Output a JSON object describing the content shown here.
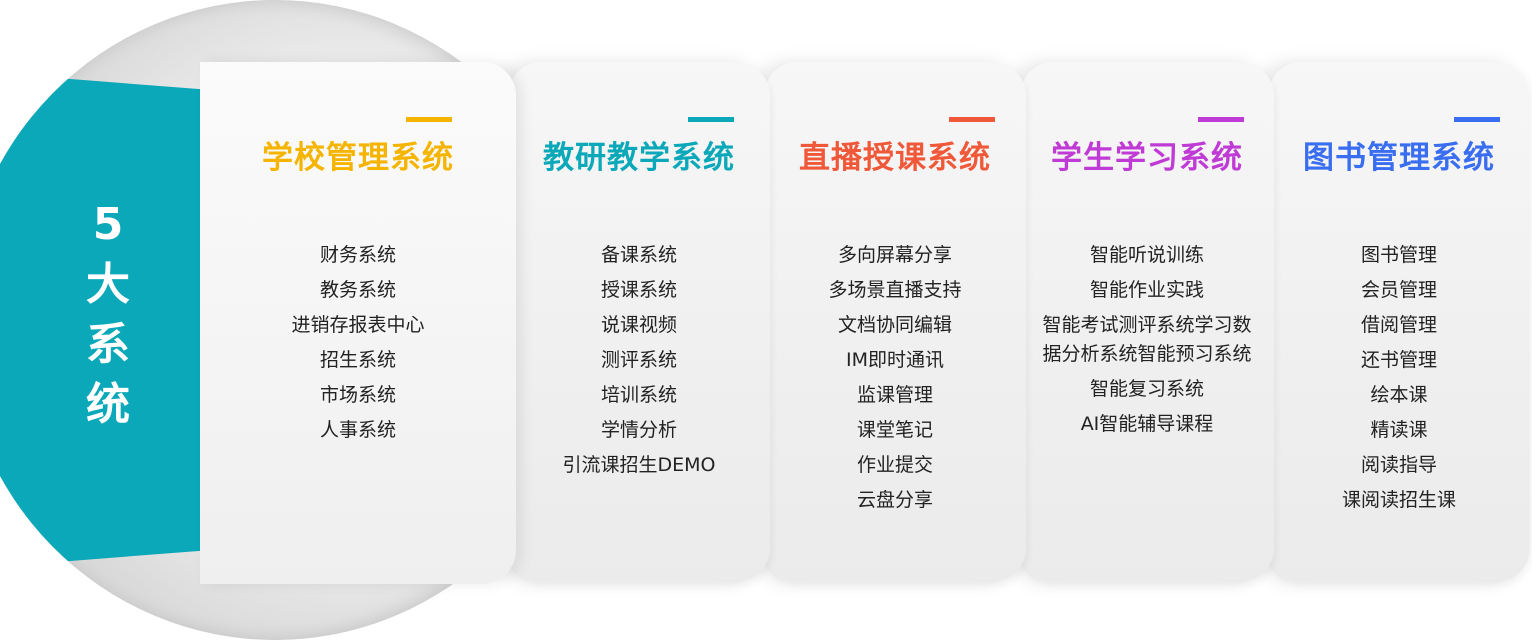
{
  "side_label": [
    "5",
    "大",
    "系",
    "统"
  ],
  "colors": {
    "teal": "#0aa8b9",
    "school": "#f5b400",
    "research": "#0aa8b9",
    "live": "#f0583a",
    "student": "#c03ad6",
    "library": "#3a6ef0"
  },
  "cards": [
    {
      "title": "学校管理系统",
      "color": "#f5b400",
      "items": [
        "财务系统",
        "教务系统",
        "进销存报表中心",
        "招生系统",
        "市场系统",
        "人事系统"
      ]
    },
    {
      "title": "教研教学系统",
      "color": "#0aa8b9",
      "items": [
        "备课系统",
        "授课系统",
        "说课视频",
        "测评系统",
        "培训系统",
        "学情分析",
        "引流课招生DEMO"
      ]
    },
    {
      "title": "直播授课系统",
      "color": "#f0583a",
      "items": [
        "多向屏幕分享",
        "多场景直播支持",
        "文档协同编辑",
        "IM即时通讯",
        "监课管理",
        "课堂笔记",
        "作业提交",
        "云盘分享"
      ]
    },
    {
      "title": "学生学习系统",
      "color": "#c03ad6",
      "items": [
        "智能听说训练",
        "智能作业实践",
        "智能考试测评系统学习数据分析系统智能预习系统",
        "智能复习系统",
        "AI智能辅导课程"
      ]
    },
    {
      "title": "图书管理系统",
      "color": "#3a6ef0",
      "items": [
        "图书管理",
        "会员管理",
        "借阅管理",
        "还书管理",
        "绘本课",
        "精读课",
        "阅读指导",
        "课阅读招生课"
      ]
    }
  ]
}
